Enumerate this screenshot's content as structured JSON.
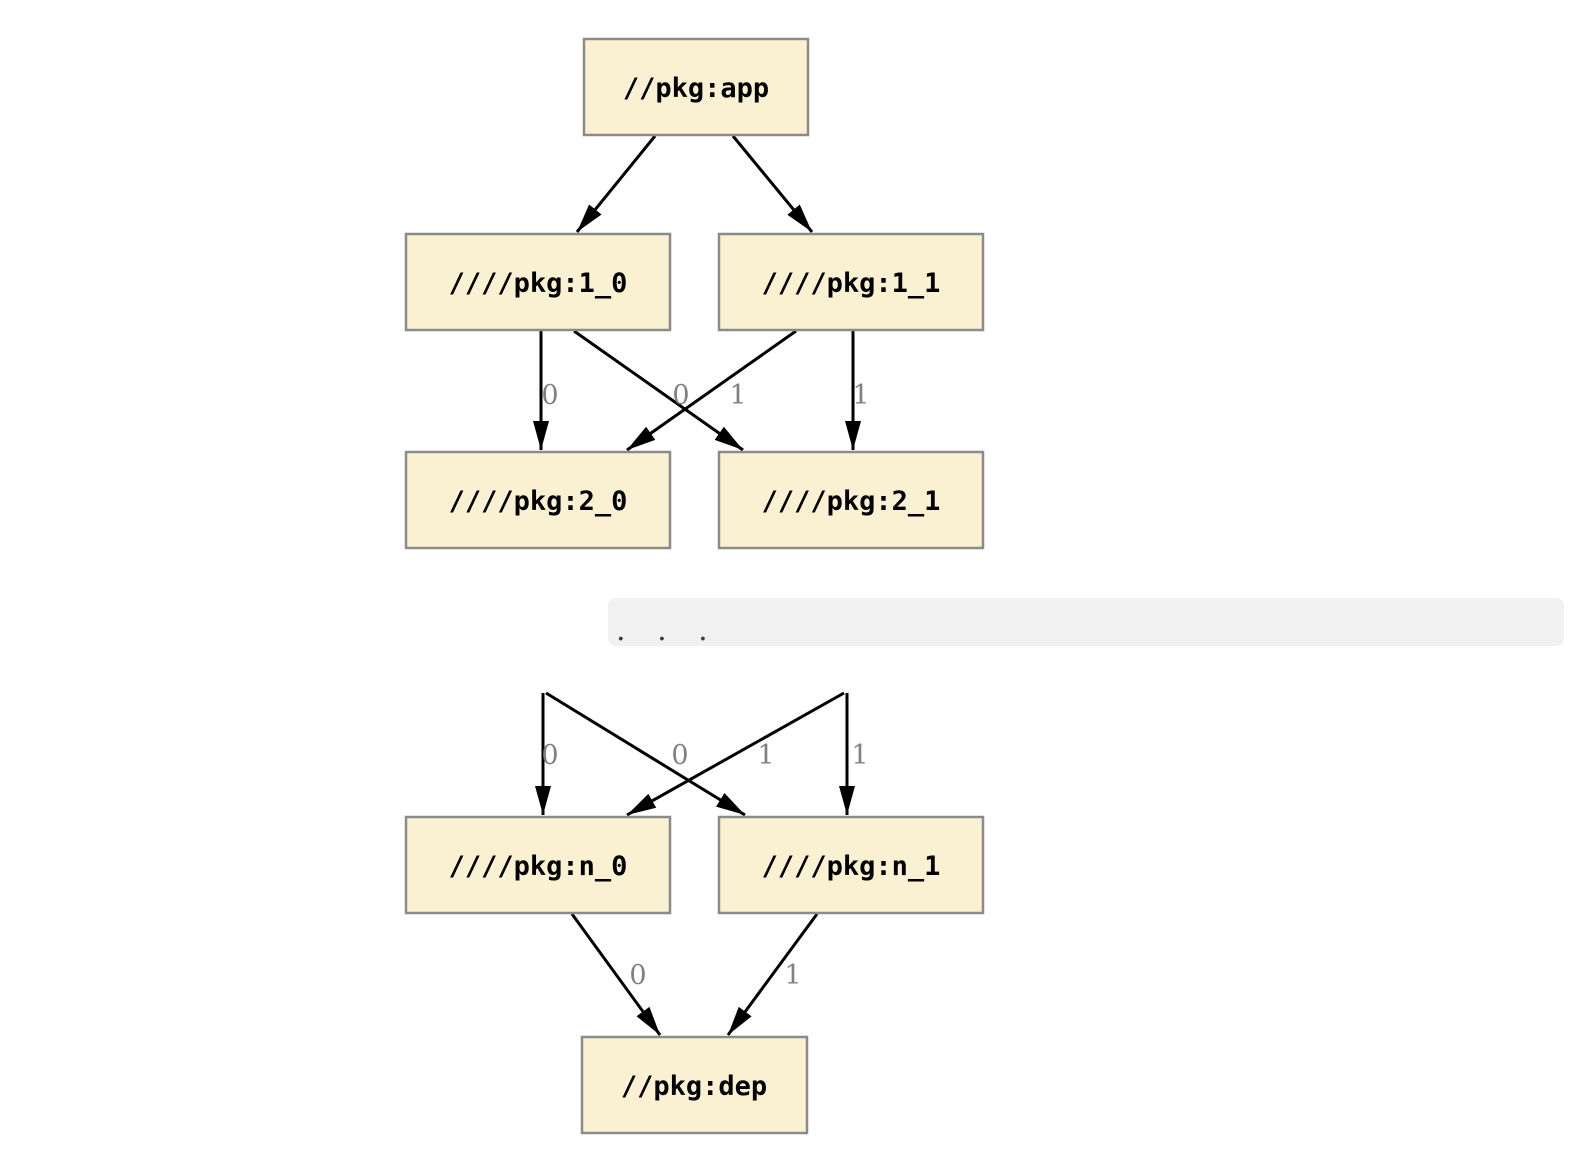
{
  "diagram": {
    "type": "dependency-graph",
    "background": "#ffffff",
    "node_fill": "#faf1d2",
    "node_border": "#8b8b8b",
    "edge_color": "#000000",
    "edge_label_color": "#808080",
    "separator": {
      "label": ". . .",
      "fill": "#f1f1f1",
      "dots_color": "#3d3d3d"
    },
    "nodes": [
      {
        "id": "app",
        "label": "//pkg:app"
      },
      {
        "id": "1_0",
        "label": "////pkg:1_0"
      },
      {
        "id": "1_1",
        "label": "////pkg:1_1"
      },
      {
        "id": "2_0",
        "label": "////pkg:2_0"
      },
      {
        "id": "2_1",
        "label": "////pkg:2_1"
      },
      {
        "id": "n_0",
        "label": "////pkg:n_0"
      },
      {
        "id": "n_1",
        "label": "////pkg:n_1"
      },
      {
        "id": "dep",
        "label": "//pkg:dep"
      }
    ],
    "edges": [
      {
        "from": "//pkg:app",
        "to": "////pkg:1_0",
        "label": ""
      },
      {
        "from": "//pkg:app",
        "to": "////pkg:1_1",
        "label": ""
      },
      {
        "from": "////pkg:1_0",
        "to": "////pkg:2_0",
        "label": "0"
      },
      {
        "from": "////pkg:1_0",
        "to": "////pkg:2_1",
        "label": "0"
      },
      {
        "from": "////pkg:1_1",
        "to": "////pkg:2_0",
        "label": "1"
      },
      {
        "from": "////pkg:1_1",
        "to": "////pkg:2_1",
        "label": "1"
      },
      {
        "from": "...",
        "to": "////pkg:n_0",
        "label": "0"
      },
      {
        "from": "...",
        "to": "////pkg:n_1",
        "label": "0"
      },
      {
        "from": "...",
        "to": "////pkg:n_0",
        "label": "1"
      },
      {
        "from": "...",
        "to": "////pkg:n_1",
        "label": "1"
      },
      {
        "from": "////pkg:n_0",
        "to": "//pkg:dep",
        "label": "0"
      },
      {
        "from": "////pkg:n_1",
        "to": "//pkg:dep",
        "label": "1"
      }
    ]
  }
}
